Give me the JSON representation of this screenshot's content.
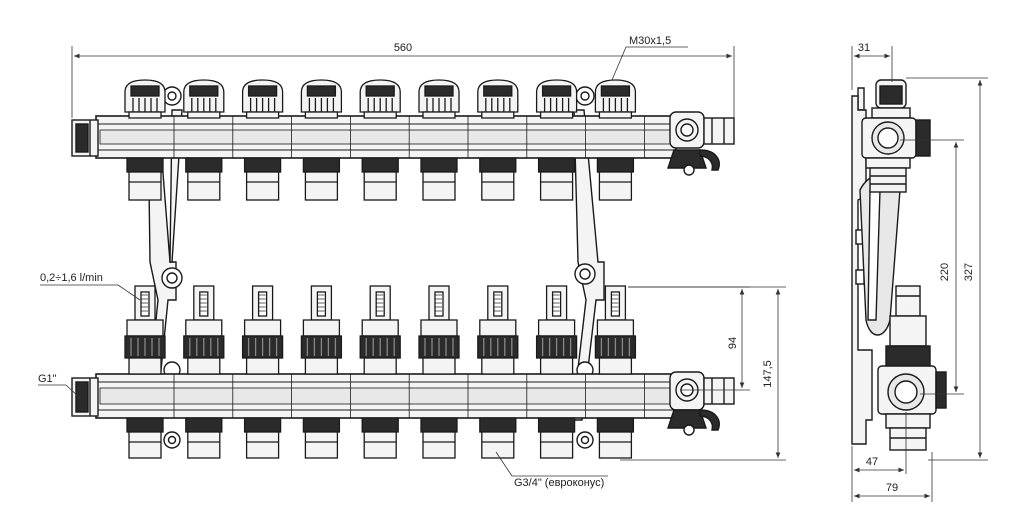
{
  "dimensions": {
    "width_total": "560",
    "thread": "M30x1,5",
    "flow_range": "0,2÷1,6 l/min",
    "main_connection": "G1\"",
    "outlet_connection": "G3/4\" (евроконус)",
    "height_94": "94",
    "height_147": "147,5",
    "depth_top": "31",
    "height_220": "220",
    "height_327": "327",
    "depth_47": "47",
    "depth_79": "79"
  },
  "manifold": {
    "circuits": 9
  },
  "colors": {
    "line": "#1a1a1a",
    "dim_line": "#333333",
    "fill_light": "#f4f4f4",
    "fill_dark": "#2b2b2b"
  }
}
